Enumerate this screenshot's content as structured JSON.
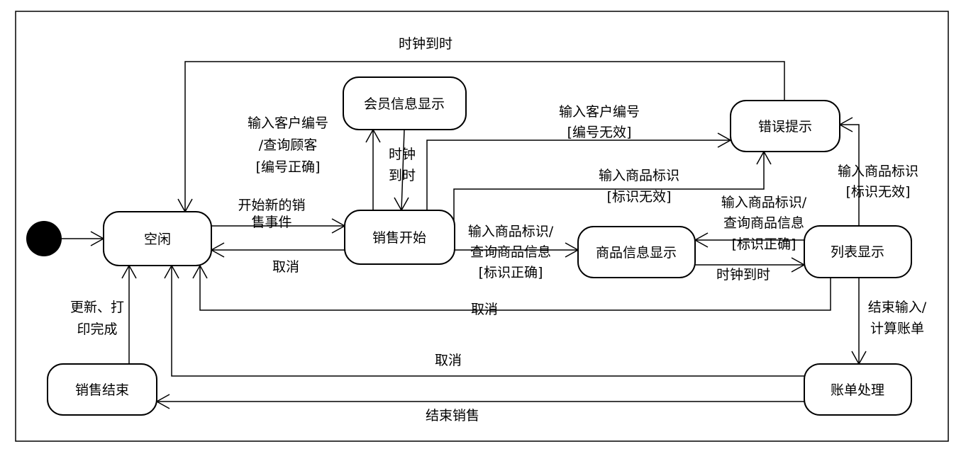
{
  "states": {
    "idle": "空闲",
    "sale_start": "销售开始",
    "member_info": "会员信息显示",
    "error_prompt": "错误提示",
    "product_info": "商品信息显示",
    "list_display": "列表显示",
    "bill_processing": "账单处理",
    "sale_end": "销售结束"
  },
  "transitions": {
    "clock_timeout_top": "时钟到时",
    "start_new_sale_line1": "开始新的销",
    "start_new_sale_line2": "售事件",
    "cancel_to_idle": "取消",
    "input_customer_line1": "输入客户编号",
    "input_customer_line2": "/查询顾客",
    "input_customer_line3": "[编号正确]",
    "clock_member_line1": "时钟",
    "clock_member_line2": "到时",
    "input_customer_invalid_line1": "输入客户编号",
    "input_customer_invalid_line2": "[编号无效]",
    "input_product_invalid_line1": "输入商品标识",
    "input_product_invalid_line2": "[标识无效]",
    "input_product_valid_line1": "输入商品标识/",
    "input_product_valid_line2": "查询商品信息",
    "input_product_valid_line3": "[标识正确]",
    "list_input_product_line1": "输入商品标识/",
    "list_input_product_line2": "查询商品信息",
    "list_input_product_line3": "[标识正确]",
    "clock_product_list": "时钟到时",
    "list_input_invalid_line1": "输入商品标识",
    "list_input_invalid_line2": "[标识无效]",
    "cancel_list": "取消",
    "end_input_line1": "结束输入/",
    "end_input_line2": "计算账单",
    "cancel_bill": "取消",
    "end_sale": "结束销售",
    "update_print_line1": "更新、打",
    "update_print_line2": "印完成"
  }
}
